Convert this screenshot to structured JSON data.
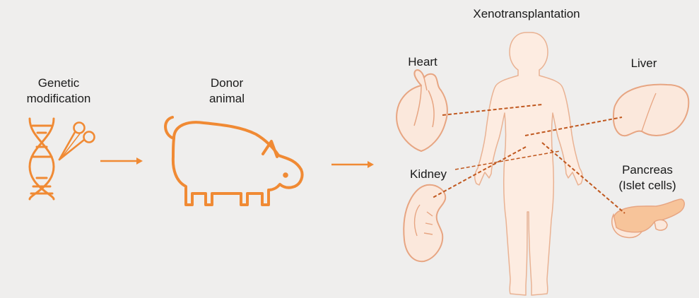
{
  "labels": {
    "genetic_line1": "Genetic",
    "genetic_line2": "modification",
    "donor_line1": "Donor",
    "donor_line2": "animal",
    "title": "Xenotransplantation",
    "heart": "Heart",
    "liver": "Liver",
    "kidney": "Kidney",
    "pancreas_line1": "Pancreas",
    "pancreas_line2": "(Islet cells)"
  },
  "colors": {
    "background": "#efeeed",
    "accent": "#f08a34",
    "organ_fill": "#fbe8dc",
    "organ_stroke": "#e7a582",
    "body_fill": "#fdece1",
    "body_stroke": "#e9b293",
    "dashed_line": "#c0581f",
    "pancreas_fill": "#f7c49a",
    "text": "#1a1a1a"
  },
  "icons": [
    "dna-icon",
    "scissors-icon",
    "pig-icon",
    "human-body-icon",
    "heart-icon",
    "liver-icon",
    "kidney-icon",
    "pancreas-icon"
  ]
}
